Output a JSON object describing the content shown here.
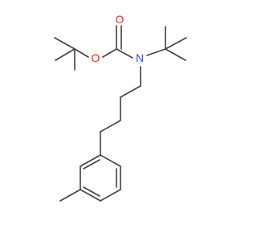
{
  "molecule": {
    "atoms": {
      "carbonyl_oxygen": "O",
      "ester_oxygen": "O",
      "nitrogen": "N"
    },
    "colors": {
      "bond": "#404040",
      "oxygen": "#e8261b",
      "nitrogen": "#3050f8"
    }
  }
}
